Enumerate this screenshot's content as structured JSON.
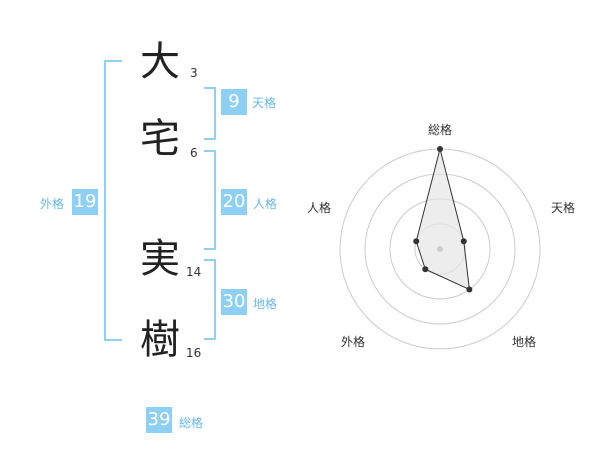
{
  "name": {
    "chars": [
      {
        "char": "大",
        "strokes": "3"
      },
      {
        "char": "宅",
        "strokes": "6"
      },
      {
        "char": "実",
        "strokes": "14"
      },
      {
        "char": "樹",
        "strokes": "16"
      }
    ]
  },
  "fortunes": {
    "tenkaku": {
      "value": "9",
      "label": "天格"
    },
    "jinkaku": {
      "value": "20",
      "label": "人格"
    },
    "chikaku": {
      "value": "30",
      "label": "地格"
    },
    "gaikaku": {
      "value": "19",
      "label": "外格"
    },
    "soukaku": {
      "value": "39",
      "label": "総格"
    }
  },
  "colors": {
    "accent": "#8ecff4",
    "label": "#66b8e8",
    "radar_line": "#333333",
    "radar_fill": "#e6e6e6",
    "ring": "#cccccc"
  },
  "chart_data": {
    "type": "radar",
    "axes": [
      "総格",
      "天格",
      "地格",
      "外格",
      "人格"
    ],
    "rings": 4,
    "max": 4,
    "values": [
      4,
      1,
      2,
      1,
      1
    ]
  }
}
